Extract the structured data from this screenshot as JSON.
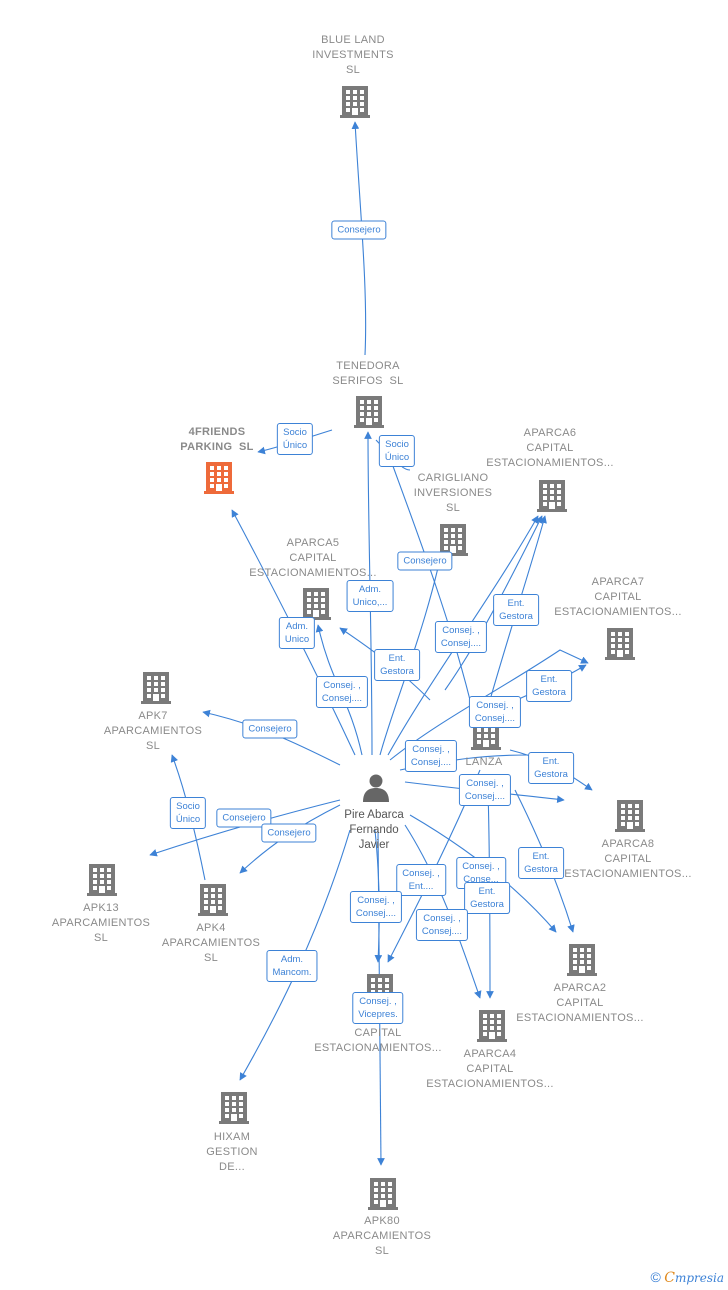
{
  "colors": {
    "edge": "#3d82d6",
    "building": "#7a7a7a",
    "focus_building": "#ee6a3a",
    "label": "#8a8a8a"
  },
  "nodes": {
    "blue_land": "BLUE LAND\nINVESTMENTS\nSL",
    "tenedora": "TENEDORA\nSERIFOS  SL",
    "fourfriends": "4FRIENDS\nPARKING  SL",
    "carigliano": "CARIGLIANO\nINVERSIONES\nSL",
    "aparca6": "APARCA6\nCAPITAL\nESTACIONAMIENTOS...",
    "aparca5": "APARCA5\nCAPITAL\nESTACIONAMIENTOS...",
    "aparca7": "APARCA7\nCAPITAL\nESTACIONAMIENTOS...",
    "apk7": "APK7\nAPARCAMIENTOS\nSL",
    "lanza": "LANZA",
    "aparca8": "APARCA8\nCAPITAL\nESTACIONAMIENTOS...",
    "apk13": "APK13\nAPARCAMIENTOS\nSL",
    "apk4": "APK4\nAPARCAMIENTOS\nSL",
    "aparca2": "APARCA2\nCAPITAL\nESTACIONAMIENTOS...",
    "capital_bottom": "CAPITAL\nESTACIONAMIENTOS...",
    "aparca4": "APARCA4\nCAPITAL\nESTACIONAMIENTOS...",
    "hixam": "HIXAM\nGESTION\nDE...",
    "apk80": "APK80\nAPARCAMIENTOS\nSL",
    "person": "Pire Abarca\nFernando\nJavier"
  },
  "edge_labels": {
    "consejero_blue": "Consejero",
    "socio_4f": "Socio\nÚnico",
    "socio_ten": "Socio\nÚnico",
    "consejero_car": "Consejero",
    "adm_unico_ap5": "Adm.\nUnico,...",
    "adm_unico_left": "Adm.\nUnico",
    "ent_gestora_ap6": "Ent.\nGestora",
    "consej_mid1": "Consej. ,\nConsej....",
    "ent_gestora_mid": "Ent.\nGestora",
    "consej_left": "Consej. ,\nConsej....",
    "ent_gestora_ap7": "Ent.\nGestora",
    "consej_lanza": "Consej. ,\nConsej....",
    "consejero_apk7": "Consejero",
    "consej_mid2": "Consej. ,\nConsej....",
    "ent_gestora_ap8": "Ent.\nGestora",
    "consej_mid3": "Consej. ,\nConsej....",
    "socio_apk13": "Socio\nÚnico",
    "consejero_apk13": "Consejero",
    "consejero_apk4": "Consejero",
    "ent_gestora_ap2": "Ent.\nGestora",
    "consej_ent": "Consej. ,\nEnt....",
    "consej_conse": "Consej. ,\nConse...",
    "ent_gestora_ap4": "Ent.\nGestora",
    "consej_bl": "Consej. ,\nConsej....",
    "consej_br": "Consej. ,\nConsej....",
    "adm_mancom": "Adm.\nMancom.",
    "consej_vicepres": "Consej. ,\nVicepres."
  },
  "footer": {
    "copyright": "©",
    "brand_first": "C",
    "brand_rest": "mpresia"
  }
}
